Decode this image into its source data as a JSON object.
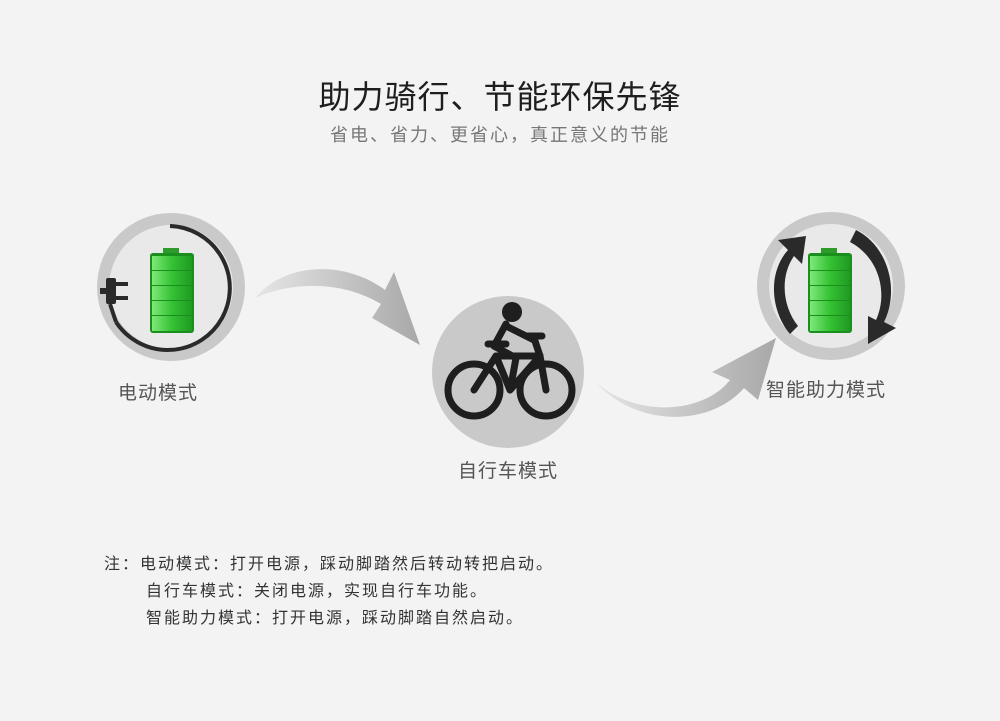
{
  "header": {
    "title": "助力骑行、节能环保先锋",
    "subtitle": "省电、省力、更省心，真正意义的节能"
  },
  "modes": {
    "electric": {
      "label": "电动模式",
      "icons": [
        "plug-icon",
        "battery-icon",
        "cable-arc-icon"
      ]
    },
    "bicycle": {
      "label": "自行车模式",
      "icons": [
        "cyclist-icon"
      ]
    },
    "assist": {
      "label": "智能助力模式",
      "icons": [
        "battery-icon",
        "refresh-arrows-icon"
      ]
    }
  },
  "notes": {
    "line1": "注：电动模式：打开电源，踩动脚踏然后转动转把启动。",
    "line2": "自行车模式：关闭电源，实现自行车功能。",
    "line3": "智能助力模式：打开电源，踩动脚踏自然启动。"
  },
  "colors": {
    "background": "#f3f3f3",
    "circle": "#c9c9c9",
    "battery_green": "#37c436",
    "icon_dark": "#2a2a2a",
    "arrow_gray": "#a9a9a9"
  }
}
